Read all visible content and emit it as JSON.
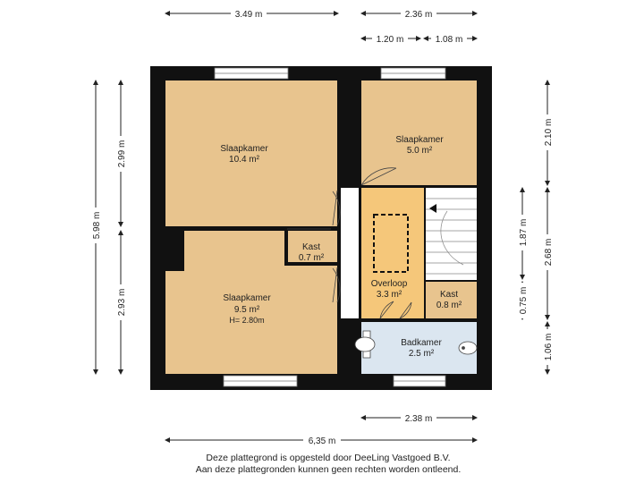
{
  "dimensions": {
    "top_left": "3.49 m",
    "top_right": "2.36 m",
    "top_right_a": "1.20 m",
    "top_right_b": "1.08 m",
    "left_total": "5.98 m",
    "left_upper": "2.99 m",
    "left_lower": "2.93 m",
    "right_upper": "2.10 m",
    "right_mid": "1.87 m",
    "right_total": "2.68 m",
    "right_small": "0.75 m",
    "right_lower": "1.06 m",
    "bottom_right": "2.38 m",
    "bottom_total": "6,35 m"
  },
  "rooms": {
    "slaapkamer_1": {
      "name": "Slaapkamer",
      "area": "10.4 m²"
    },
    "slaapkamer_2": {
      "name": "Slaapkamer",
      "area": "5.0 m²"
    },
    "slaapkamer_3": {
      "name": "Slaapkamer",
      "area": "9.5 m²",
      "height": "H= 2.80m"
    },
    "kast_1": {
      "name": "Kast",
      "area": "0.7 m²"
    },
    "overloop": {
      "name": "Overloop",
      "area": "3.3 m²"
    },
    "kast_2": {
      "name": "Kast",
      "area": "0.8 m²"
    },
    "badkamer": {
      "name": "Badkamer",
      "area": "2.5 m²"
    }
  },
  "footer": {
    "line1": "Deze plattegrond is opgesteld door DeeLing Vastgoed B.V.",
    "line2": "Aan deze plattegronden kunnen geen rechten worden ontleend."
  },
  "colors": {
    "wall": "#111111",
    "room_wood": "#e8c48e",
    "overloop": "#f5c77a",
    "badkamer": "#dbe6f0",
    "stairs": "#ffffff"
  }
}
